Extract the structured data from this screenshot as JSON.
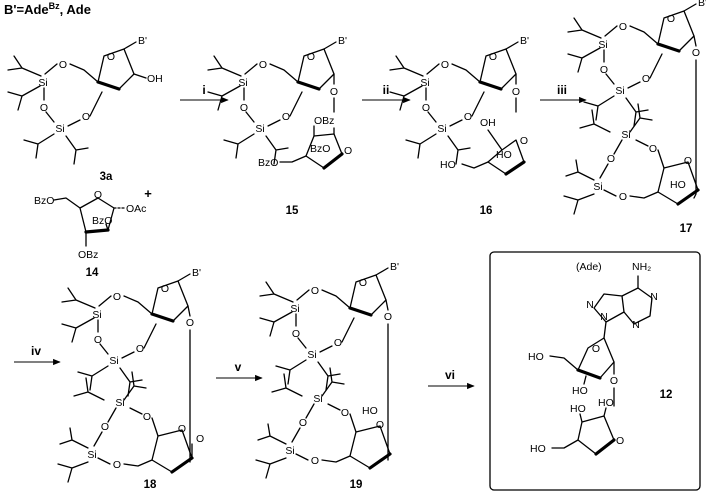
{
  "header": {
    "prefix": "B'=Ade",
    "sup": "Bz",
    "suffix": ", Ade"
  },
  "atoms": {
    "O": "O",
    "Si": "Si",
    "B": "B'",
    "OH": "OH",
    "HO": "HO",
    "OBz": "OBz",
    "BzO": "BzO",
    "OAc": "OAc",
    "NH2": "NH₂",
    "N": "N",
    "Ade": "(Ade)"
  },
  "plus": "+",
  "compounds": {
    "c3a": "3a",
    "c14": "14",
    "c15": "15",
    "c16": "16",
    "c17": "17",
    "c18": "18",
    "c19": "19",
    "c12": "12"
  },
  "reagents": {
    "i": "i",
    "ii": "ii",
    "iii": "iii",
    "iv": "iv",
    "v": "v",
    "vi": "vi"
  }
}
